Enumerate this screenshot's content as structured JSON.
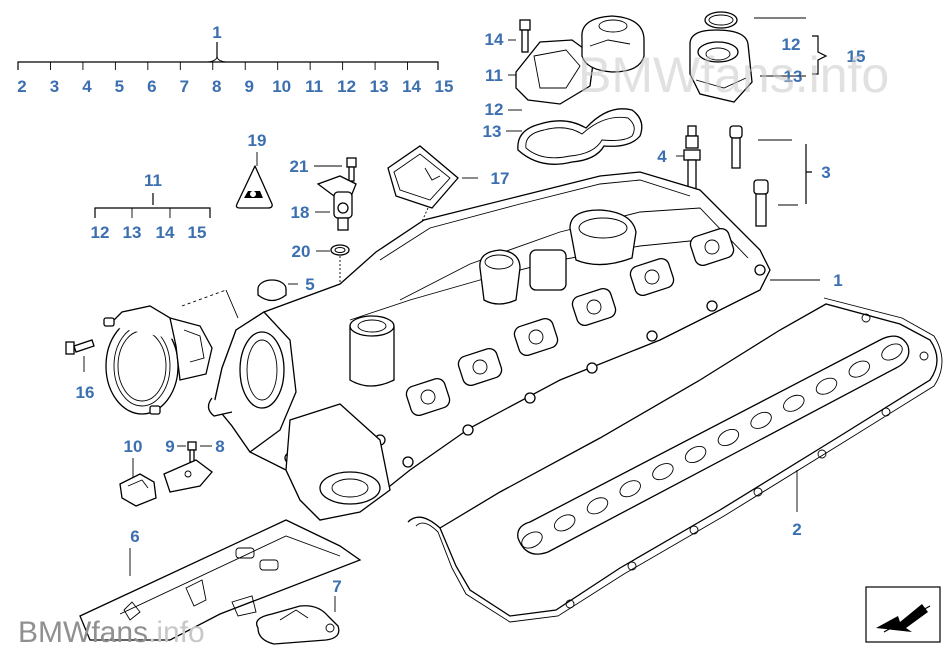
{
  "diagram": {
    "title_callout": "1",
    "top_row": [
      "2",
      "3",
      "4",
      "5",
      "6",
      "7",
      "8",
      "9",
      "10",
      "11",
      "12",
      "13",
      "14",
      "15"
    ],
    "group_11_label": "11",
    "group_11_items": [
      "12",
      "13",
      "14",
      "15"
    ],
    "labels": {
      "n1_main": "1",
      "n2": "2",
      "n3": "3",
      "n4": "4",
      "n5": "5",
      "n6": "6",
      "n7": "7",
      "n8": "8",
      "n9": "9",
      "n10": "10",
      "n11_top": "11",
      "n12_top": "12",
      "n13_top": "13",
      "n14_top": "14",
      "n12_right": "12",
      "n13_right": "13",
      "n15_right": "15",
      "n16": "16",
      "n17": "17",
      "n18": "18",
      "n19": "19",
      "n20": "20",
      "n21": "21"
    }
  },
  "watermarks": {
    "top": "BMWfans.info",
    "bottom_brand": "BMWfans",
    "bottom_suffix": ".info"
  },
  "colors": {
    "callout": "#3b6fb0",
    "watermark": "#c8c8c8"
  }
}
